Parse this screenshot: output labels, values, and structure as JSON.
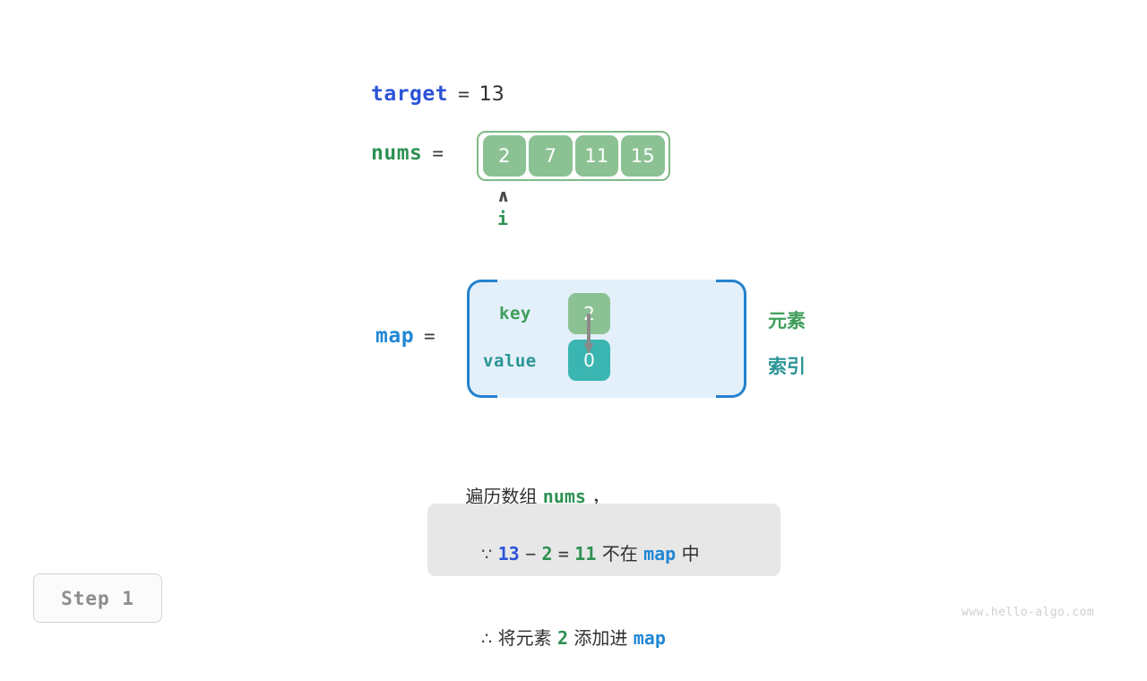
{
  "target": {
    "name": "target",
    "equals": "=",
    "value": "13"
  },
  "nums": {
    "name": "nums",
    "equals": "=",
    "cells": [
      "2",
      "7",
      "11",
      "15"
    ],
    "pointer": {
      "caret": "∧",
      "label": "i",
      "index": 0
    }
  },
  "map": {
    "name": "map",
    "equals": "=",
    "key_label": "key",
    "value_label": "value",
    "entries": [
      {
        "key": "2",
        "value": "0"
      }
    ],
    "side_labels": {
      "element": "元素",
      "index": "索引"
    }
  },
  "narration": {
    "prefix": "遍历数组",
    "code": "nums",
    "suffix": "，"
  },
  "reason": {
    "line1": {
      "symbol": "∵",
      "a": "13",
      "minus": "−",
      "b": "2",
      "eq": "=",
      "result": "11",
      "text": "不在",
      "code": "map",
      "tail": "中"
    },
    "line2": {
      "symbol": "∴",
      "text_before": "将元素",
      "elem": "2",
      "text_after": "添加进",
      "code": "map"
    }
  },
  "step": {
    "label": "Step 1"
  },
  "watermark": {
    "text": "www.hello-algo.com"
  },
  "colors": {
    "array_cell": "#8cc293",
    "array_border": "#7fba86",
    "map_fill": "#e3f0fa",
    "map_border": "#2482cd",
    "value_cell": "#3bb5b1",
    "green_text": "#2e9153",
    "royal_blue": "#2c54d8",
    "sky_blue": "#2187d4",
    "teal_text": "#2b9596",
    "reason_bg": "#e7e7e7"
  }
}
